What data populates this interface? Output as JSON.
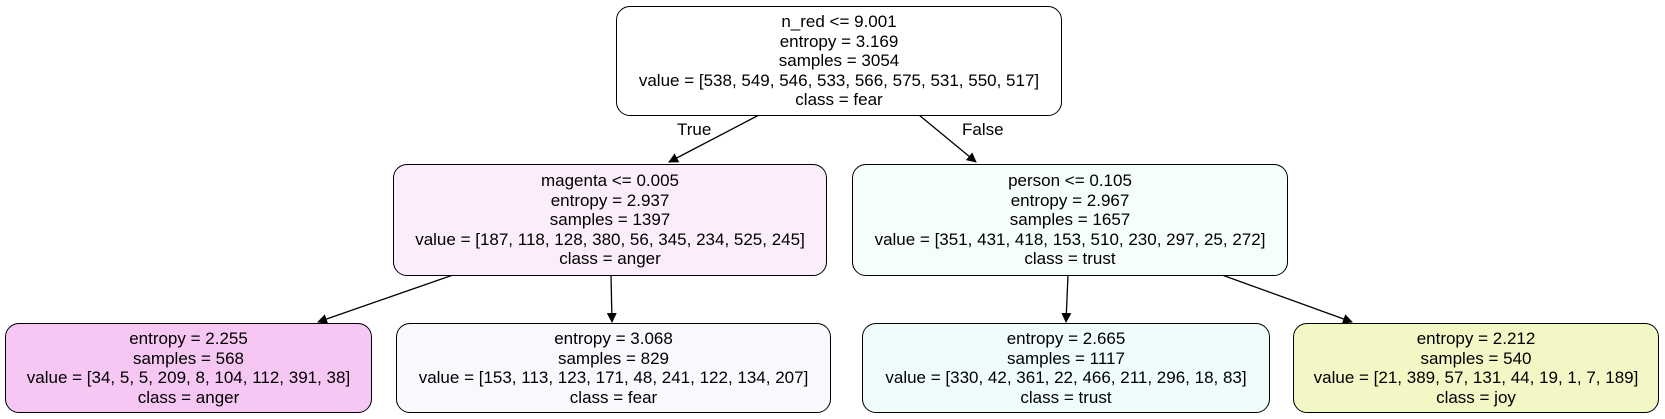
{
  "colors": {
    "root": "#ffffff",
    "magenta_node": "#fcedfb",
    "person_node": "#f5fdfd",
    "leaf_anger": "#f6c7f2",
    "leaf_fear": "#f8f9fd",
    "leaf_trust": "#eefcfc",
    "leaf_joy": "#f2f7c5",
    "border": "#000000"
  },
  "tree": {
    "root": {
      "split": "n_red <= 9.001",
      "entropy": "entropy = 3.169",
      "samples": "samples = 3054",
      "value": "value = [538, 549, 546, 533, 566, 575, 531, 550, 517]",
      "class": "class = fear"
    },
    "left": {
      "split": "magenta <= 0.005",
      "entropy": "entropy = 2.937",
      "samples": "samples = 1397",
      "value": "value = [187, 118, 128, 380, 56, 345, 234, 525, 245]",
      "class": "class = anger"
    },
    "right": {
      "split": "person <= 0.105",
      "entropy": "entropy = 2.967",
      "samples": "samples = 1657",
      "value": "value = [351, 431, 418, 153, 510, 230, 297, 25, 272]",
      "class": "class = trust"
    },
    "leaf_ll": {
      "entropy": "entropy = 2.255",
      "samples": "samples = 568",
      "value": "value = [34, 5, 5, 209, 8, 104, 112, 391, 38]",
      "class": "class = anger"
    },
    "leaf_lr": {
      "entropy": "entropy = 3.068",
      "samples": "samples = 829",
      "value": "value = [153, 113, 123, 171, 48, 241, 122, 134, 207]",
      "class": "class = fear"
    },
    "leaf_rl": {
      "entropy": "entropy = 2.665",
      "samples": "samples = 1117",
      "value": "value = [330, 42, 361, 22, 466, 211, 296, 18, 83]",
      "class": "class = trust"
    },
    "leaf_rr": {
      "entropy": "entropy = 2.212",
      "samples": "samples = 540",
      "value": "value = [21, 389, 57, 131, 44, 19, 1, 7, 189]",
      "class": "class = joy"
    }
  },
  "edge_labels": {
    "true": "True",
    "false": "False"
  }
}
